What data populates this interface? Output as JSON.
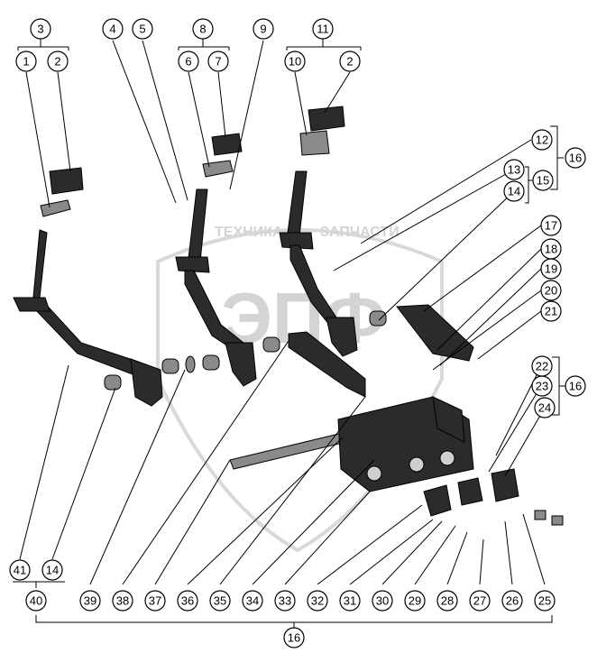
{
  "watermark": {
    "line1": "ТЕХНИКА",
    "line2": "ЗАПЧАСТИ",
    "logo": "ЭПФ"
  },
  "callouts": {
    "c1": "1",
    "c2a": "2",
    "c2b": "2",
    "c3": "3",
    "c4": "4",
    "c5": "5",
    "c6": "6",
    "c7": "7",
    "c8": "8",
    "c9": "9",
    "c10": "10",
    "c11": "11",
    "c12": "12",
    "c13": "13",
    "c14a": "14",
    "c14b": "14",
    "c15": "15",
    "c16a": "16",
    "c16b": "16",
    "c16c": "16",
    "c17": "17",
    "c18": "18",
    "c19": "19",
    "c20": "20",
    "c21": "21",
    "c22": "22",
    "c23": "23",
    "c24": "24",
    "c25": "25",
    "c26": "26",
    "c27": "27",
    "c28": "28",
    "c29": "29",
    "c30": "30",
    "c31": "31",
    "c32": "32",
    "c33": "33",
    "c34": "34",
    "c35": "35",
    "c36": "36",
    "c37": "37",
    "c38": "38",
    "c39": "39",
    "c40": "40",
    "c41": "41"
  }
}
